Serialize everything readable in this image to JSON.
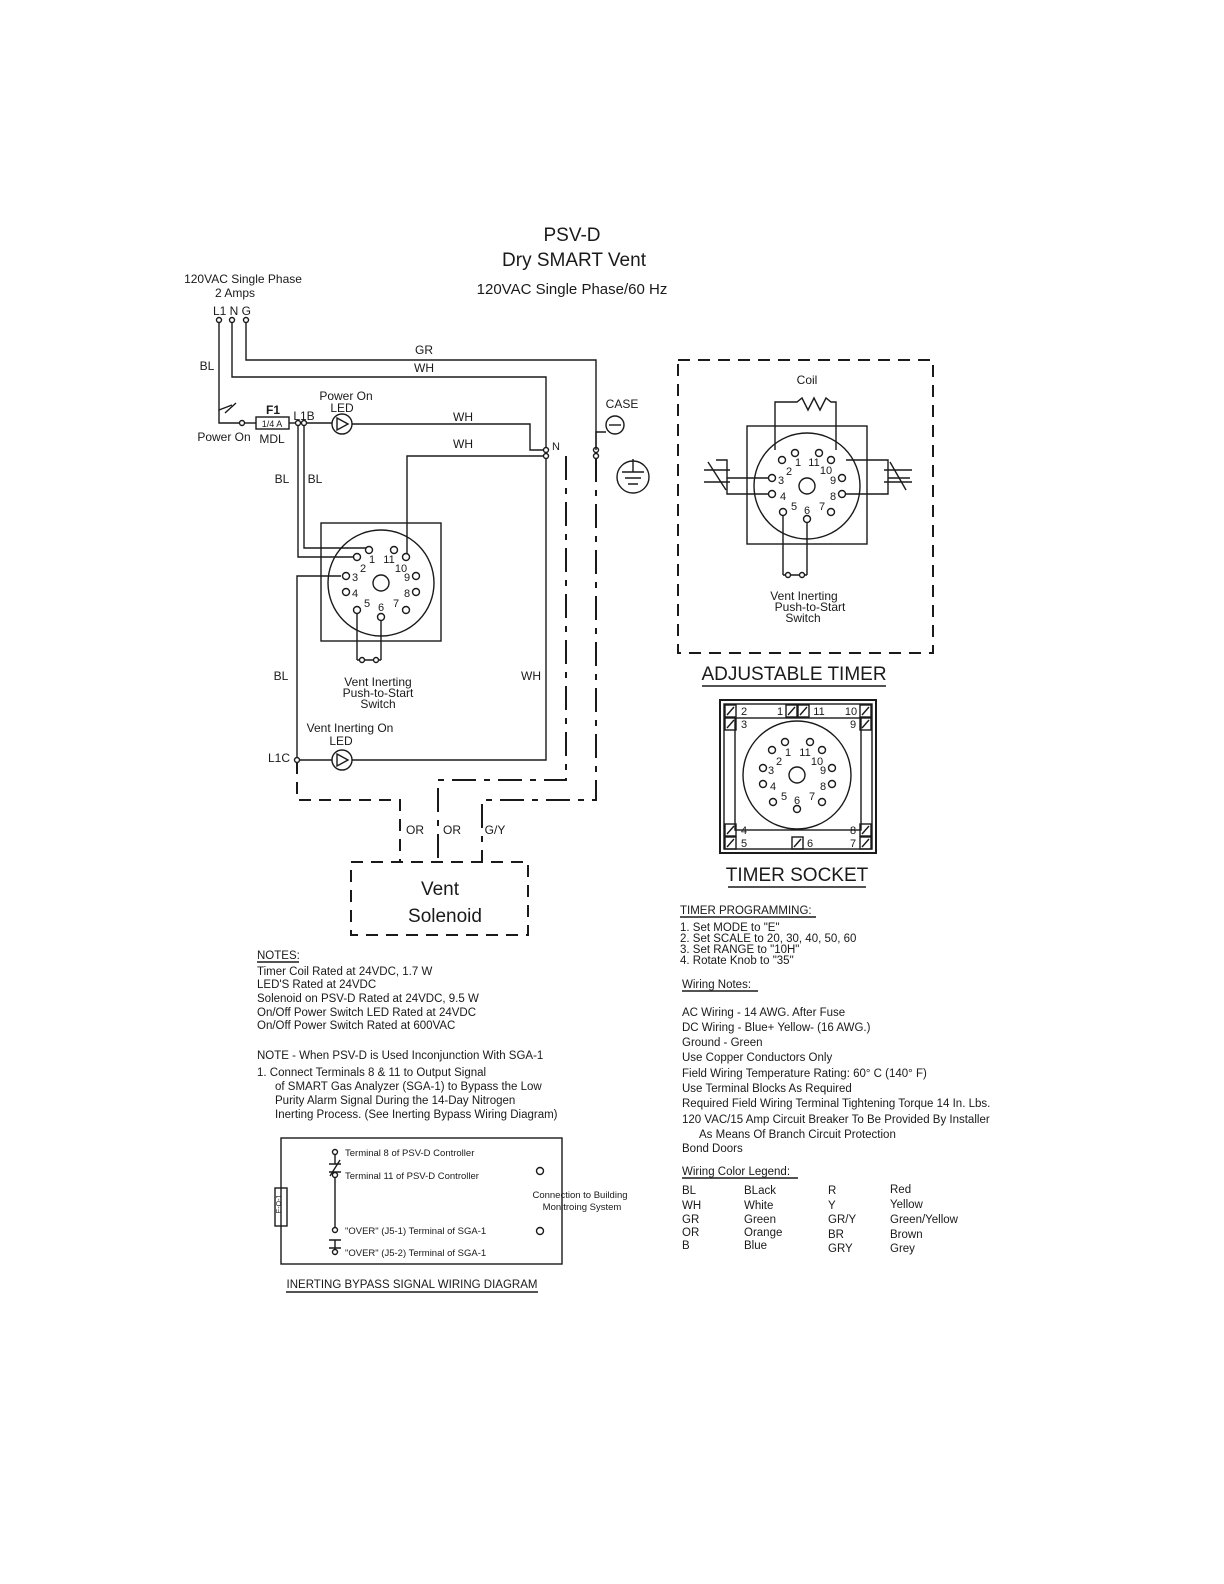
{
  "title": {
    "line1": "PSV-D",
    "line2": "Dry SMART Vent",
    "line3": "120VAC Single Phase/60 Hz"
  },
  "supply": {
    "line1": "120VAC Single Phase",
    "line2": "2 Amps",
    "terminals": "L1 N G"
  },
  "wires": {
    "gr": "GR",
    "wh": "WH",
    "bl": "BL",
    "or": "OR",
    "gy": "G/Y"
  },
  "labels": {
    "power_on_led_1": "Power On",
    "power_on_led_2": "LED",
    "power_on_switch": "Power On",
    "f1": "F1",
    "fuse_rating": "1/4 A",
    "mdl": "MDL",
    "l1b": "L1B",
    "l1c": "L1C",
    "n": "N",
    "case": "CASE",
    "coil": "Coil",
    "vent_inerting_led_1": "Vent Inerting On",
    "vent_inerting_led_2": "LED",
    "push_switch_1": "Vent Inerting",
    "push_switch_2": "Push-to-Start",
    "push_switch_3": "Switch",
    "solenoid_1": "Vent",
    "solenoid_2": "Solenoid",
    "adjustable_timer": "ADJUSTABLE TIMER",
    "timer_socket": "TIMER SOCKET"
  },
  "socket_terms": {
    "t1": "1",
    "t2": "2",
    "t3": "3",
    "t4": "4",
    "t5": "5",
    "t6": "6",
    "t7": "7",
    "t8": "8",
    "t9": "9",
    "t10": "10",
    "t11": "11"
  },
  "timer_programming": {
    "heading": "TIMER PROGRAMMING:",
    "steps": [
      "1.  Set MODE to \"E\"",
      "2.  Set SCALE to 20, 30, 40, 50, 60",
      "3.  Set RANGE to \"10H\"",
      "4.  Rotate Knob to \"35\""
    ]
  },
  "notes": {
    "heading": "NOTES:",
    "lines": [
      "Timer Coil Rated at 24VDC, 1.7 W",
      "LED'S Rated at 24VDC",
      "Solenoid on PSV-D Rated at 24VDC, 9.5 W",
      "On/Off Power Switch LED Rated at 24VDC",
      "On/Off Power Switch Rated at 600VAC"
    ],
    "sga_note": "NOTE - When PSV-D is Used Inconjunction With SGA-1",
    "sga_lines": [
      "1.   Connect Terminals 8 & 11 to Output Signal",
      "of SMART Gas Analyzer (SGA-1) to Bypass the Low",
      "Purity Alarm Signal During the 14-Day Nitrogen",
      "Inerting Process. (See Inerting Bypass Wiring Diagram)"
    ]
  },
  "wiring_notes": {
    "heading": "Wiring Notes:",
    "lines": [
      "AC Wiring - 14 AWG. After Fuse",
      "DC Wiring - Blue+ Yellow- (16 AWG.)",
      "Ground - Green",
      "Use Copper Conductors Only",
      "Field Wiring Temperature Rating: 60° C (140° F)",
      "Use Terminal Blocks As Required",
      "Required Field Wiring Terminal Tightening Torque 14 In. Lbs.",
      "120 VAC/15 Amp Circuit Breaker To Be Provided By Installer",
      "As Means Of Branch Circuit Protection",
      "Bond Doors"
    ]
  },
  "color_legend": {
    "heading": "Wiring Color Legend:",
    "left": [
      {
        "code": "BL",
        "name": "BLack"
      },
      {
        "code": "WH",
        "name": "White"
      },
      {
        "code": "GR",
        "name": "Green"
      },
      {
        "code": "OR",
        "name": "Orange"
      },
      {
        "code": "B",
        "name": "Blue"
      }
    ],
    "right": [
      {
        "code": "R",
        "name": "Red"
      },
      {
        "code": "Y",
        "name": "Yellow"
      },
      {
        "code": "GR/Y",
        "name": "Green/Yellow"
      },
      {
        "code": "BR",
        "name": "Brown"
      },
      {
        "code": "GRY",
        "name": "Grey"
      }
    ]
  },
  "bypass": {
    "term8": "Terminal 8 of PSV-D Controller",
    "term11": "Terminal 11 of PSV-D Controller",
    "over1": "\"OVER\" (J5-1) Terminal of SGA-1",
    "over2": "\"OVER\" (J5-2) Terminal of SGA-1",
    "connection_1": "Connection to Building",
    "connection_2": "Monitroing System",
    "module": "E-O-1",
    "caption": "INERTING BYPASS SIGNAL WIRING DIAGRAM"
  }
}
